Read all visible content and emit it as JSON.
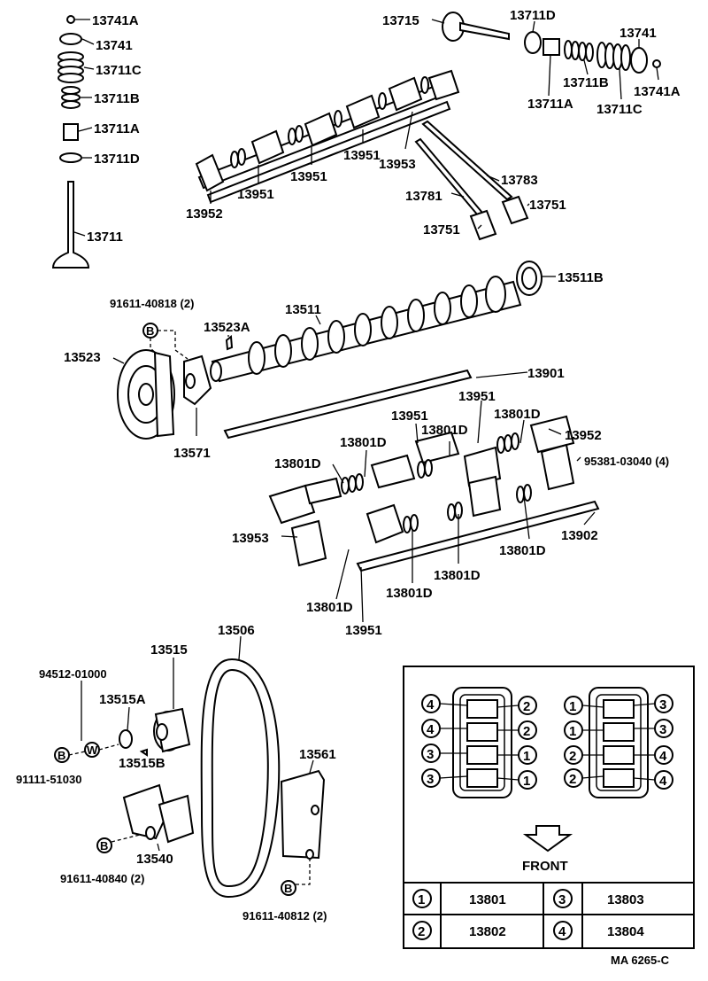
{
  "labels": {
    "valve_cap_left": "13741A",
    "valve_retainer_left": "13741",
    "outer_spring_left": "13711C",
    "inner_spring_left": "13711B",
    "valve_seal_left": "13711A",
    "spring_seat_left": "13711D",
    "valve_left": "13711",
    "valve_right": "13715",
    "spring_seat_right": "13711D",
    "valve_retainer_right": "13741",
    "inner_spring_right": "13711B",
    "valve_cap_right": "13741A",
    "valve_seal_right": "13711A",
    "outer_spring_right": "13711C",
    "rocker_arm_top_a": "13951",
    "rocker_arm_top_b": "13951",
    "rocker_arm_top_c": "13951",
    "support_top_a": "13952",
    "support_top_b": "13953",
    "pushrod_long": "13783",
    "pushrod_short": "13781",
    "lifter_a": "13751",
    "lifter_b": "13751",
    "bolt_top_left": "91611-40818 (2)",
    "bearing": "13511B",
    "camshaft": "13511",
    "key": "13523A",
    "cam_sprocket": "13523",
    "thrust_plate": "13571",
    "rocker_shaft_upper": "13901",
    "rocker_upper_a": "13951",
    "rocker_upper_b": "13951",
    "spring_a": "13801D",
    "support_right": "13952",
    "spring_b": "13801D",
    "spring_c": "13801D",
    "screw_right": "95381-03040 (4)",
    "spring_d": "13801D",
    "support_left": "13953",
    "rocker_shaft_lower": "13902",
    "spring_e": "13801D",
    "spring_f": "13801D",
    "spring_g": "13801D",
    "spring_h": "13801D",
    "rocker_bottom": "13951",
    "timing_chain": "13506",
    "crank_gear": "13515",
    "plug_top": "94512-01000",
    "washer": "13515A",
    "bolt_gear": "91111-51030",
    "gear_key": "13515B",
    "chain_damper": "13561",
    "tensioner": "13540",
    "bolt_tensioner": "91611-40840 (2)",
    "bolt_damper": "91611-40812 (2)",
    "bolt_mark": "B",
    "washer_mark": "W"
  },
  "inset": {
    "front_label": "FRONT",
    "left_head_marks": [
      "4",
      "4",
      "3",
      "3"
    ],
    "left_head_marks_right": [
      "2",
      "2",
      "1",
      "1"
    ],
    "right_head_marks_left": [
      "1",
      "1",
      "2",
      "2"
    ],
    "right_head_marks_right": [
      "3",
      "3",
      "4",
      "4"
    ],
    "table": [
      {
        "mark": "1",
        "part": "13801"
      },
      {
        "mark": "3",
        "part": "13803"
      },
      {
        "mark": "2",
        "part": "13802"
      },
      {
        "mark": "4",
        "part": "13804"
      }
    ]
  },
  "figure_code": "MA 6265-C"
}
